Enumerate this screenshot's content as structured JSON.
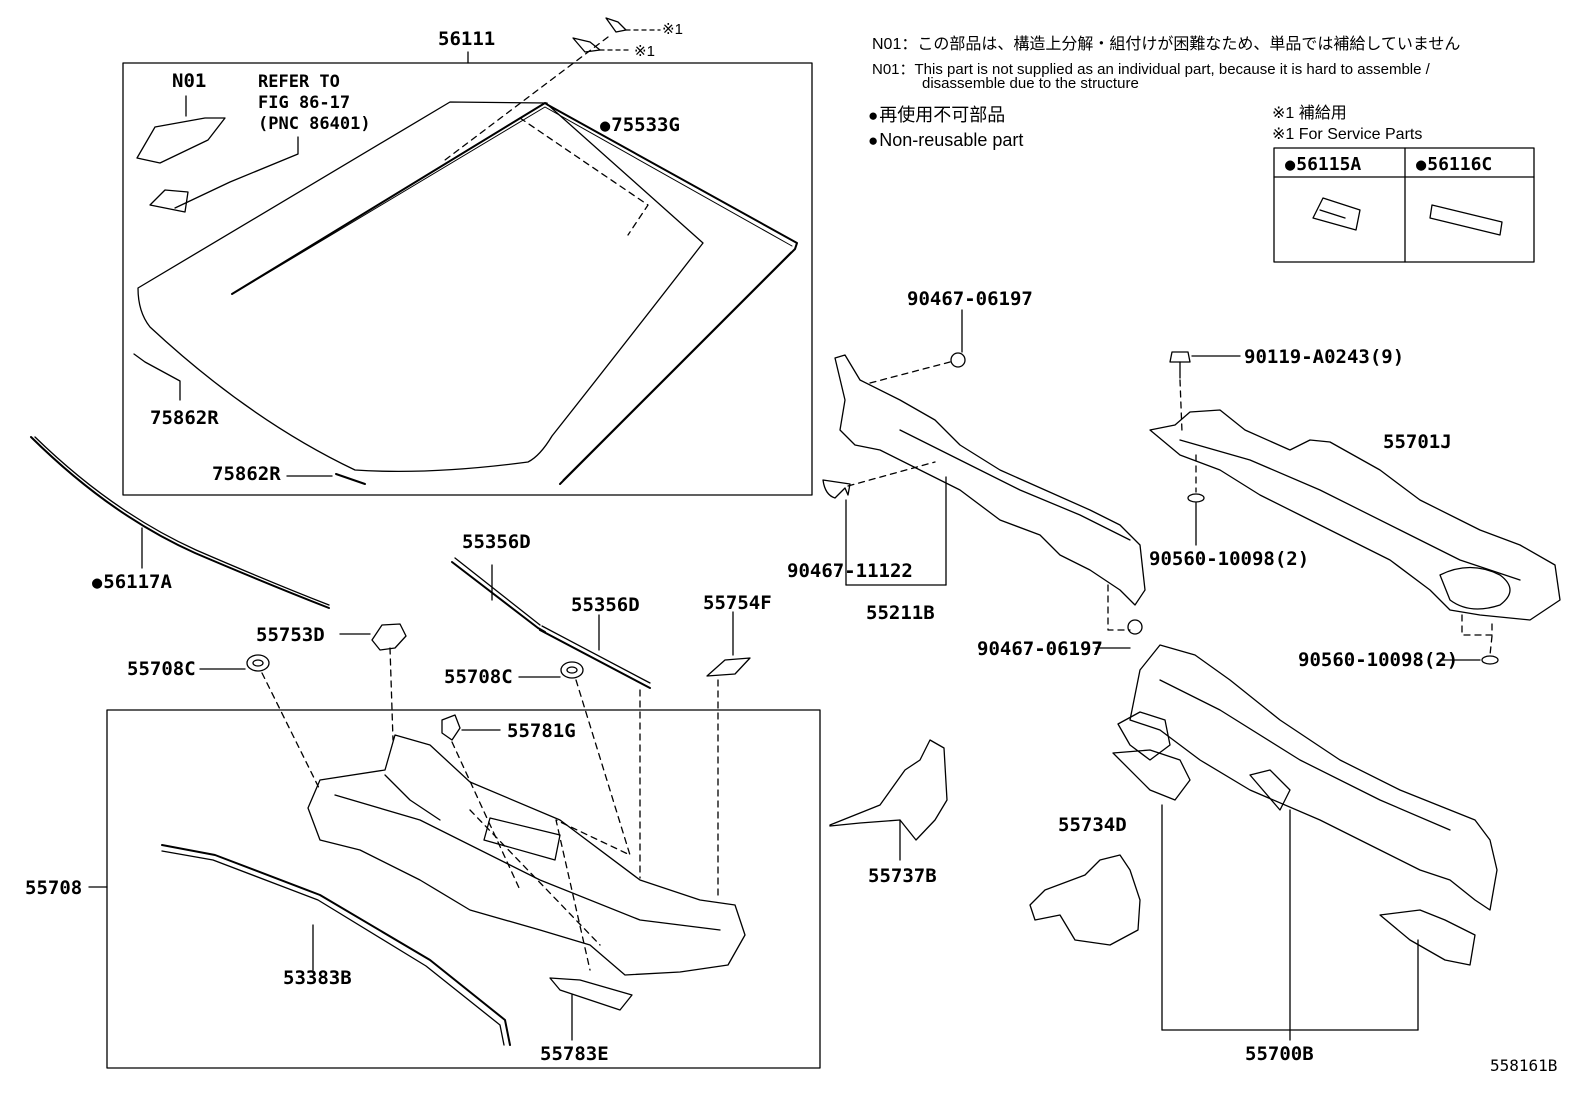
{
  "labels": {
    "p56111": "56111",
    "n01": "N01",
    "refer": "REFER TO\nFIG 86-17\n(PNC 86401)",
    "p75533g": "75533G",
    "p75862r_a": "75862R",
    "p75862r_b": "75862R",
    "p56117a": "56117A",
    "p55356d_a": "55356D",
    "p55356d_b": "55356D",
    "p55754f": "55754F",
    "p55753d": "55753D",
    "p55708c_a": "55708C",
    "p55708c_b": "55708C",
    "p55781g": "55781G",
    "p55708": "55708",
    "p53383b": "53383B",
    "p55783e": "55783E",
    "p55737b": "55737B",
    "p90467_06197_a": "90467-06197",
    "p90467_11122": "90467-11122",
    "p55211b": "55211B",
    "p90467_06197_b": "90467-06197",
    "p90119": "90119-A0243(9)",
    "p55701j": "55701J",
    "p90560_a": "90560-10098(2)",
    "p90560_b": "90560-10098(2)",
    "p55734d": "55734D",
    "p55700b": "55700B",
    "fig_id": "558161B"
  },
  "marks": {
    "service_1": "※1",
    "service_2": "※1"
  },
  "notes": {
    "n01_jp": "N01：この部品は、構造上分解・組付けが困難なため、単品では補給していません",
    "n01_en_1": "N01：This part is not supplied as an individual part, because it is hard to assemble /",
    "n01_en_2": "disassemble due to the structure",
    "nonreuse_jp": "再使用不可部品",
    "nonreuse_en": "Non-reusable part",
    "service_jp": "※1 補給用",
    "service_en": "※1 For Service Parts"
  },
  "service_table": {
    "col1": "56115A",
    "col2": "56116C"
  }
}
